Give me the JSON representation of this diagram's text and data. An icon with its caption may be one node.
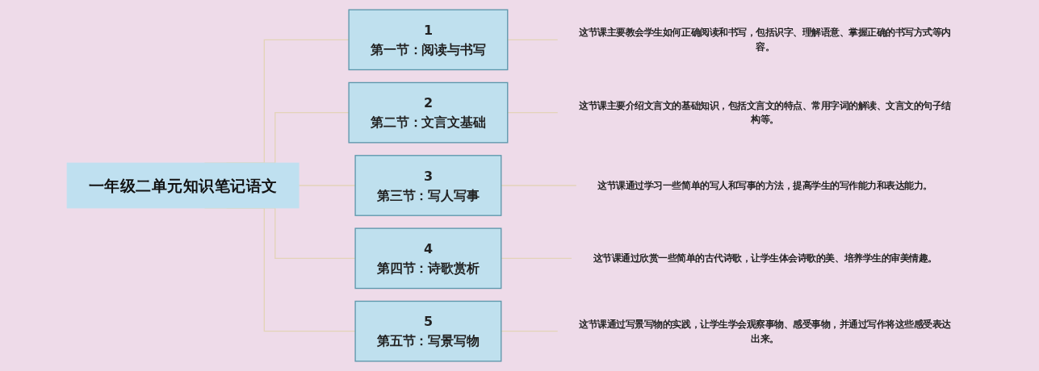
{
  "diagram": {
    "nodes": [
      {
        "text": [
          "一年级二单元知识笔记语文"
        ]
      },
      {
        "text": [
          "1",
          "第一节：阅读与书写"
        ]
      },
      {
        "text": [
          "这节课主要教会学生如何正确阅读和书写，包括识字、理解语意、掌握正确的书写方式等内容。"
        ]
      },
      {
        "text": [
          "2",
          "第二节：文言文基础"
        ]
      },
      {
        "text": [
          "这节课主要介绍文言文的基础知识，包括文言文的特点、常用字词的解读、文言文的句子结构等。"
        ]
      },
      {
        "text": [
          "3",
          "第三节：写人写事"
        ]
      },
      {
        "text": [
          "这节课通过学习一些简单的写人和写事的方法，提高学生的写作能力和表达能力。"
        ]
      },
      {
        "text": [
          "4",
          "第四节：诗歌赏析"
        ]
      },
      {
        "text": [
          "这节课通过欣赏一些简单的古代诗歌，让学生体会诗歌的美、培养学生的审美情趣。"
        ]
      },
      {
        "text": [
          "5",
          "第五节：写景写物"
        ]
      },
      {
        "text": [
          "这节课通过写景写物的实践，让学生学会观察事物、感受事物，并通过写作将这些感受表达出来。"
        ]
      }
    ],
    "edges": [
      {
        "from": 0,
        "to": 1,
        "arrow": "none"
      },
      {
        "from": 0,
        "to": 3,
        "arrow": "none"
      },
      {
        "from": 0,
        "to": 5,
        "arrow": "none"
      },
      {
        "from": 0,
        "to": 7,
        "arrow": "none"
      },
      {
        "from": 0,
        "to": 9,
        "arrow": "none"
      },
      {
        "from": 1,
        "to": 2,
        "arrow": "none"
      },
      {
        "from": 3,
        "to": 4,
        "arrow": "none"
      },
      {
        "from": 5,
        "to": 6,
        "arrow": "none"
      },
      {
        "from": 7,
        "to": 8,
        "arrow": "none"
      },
      {
        "from": 9,
        "to": 10,
        "arrow": "none"
      }
    ]
  }
}
